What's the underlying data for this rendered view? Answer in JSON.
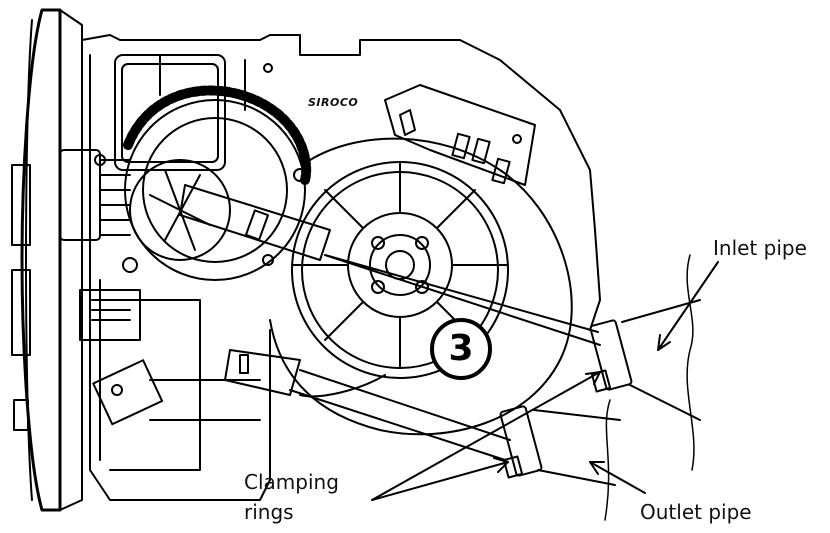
{
  "labels": {
    "inlet": "Inlet pipe",
    "outlet": "Outlet pipe",
    "clamping_line1": "Clamping",
    "clamping_line2": "rings"
  },
  "step_number": "3",
  "brand": "SIROCO"
}
